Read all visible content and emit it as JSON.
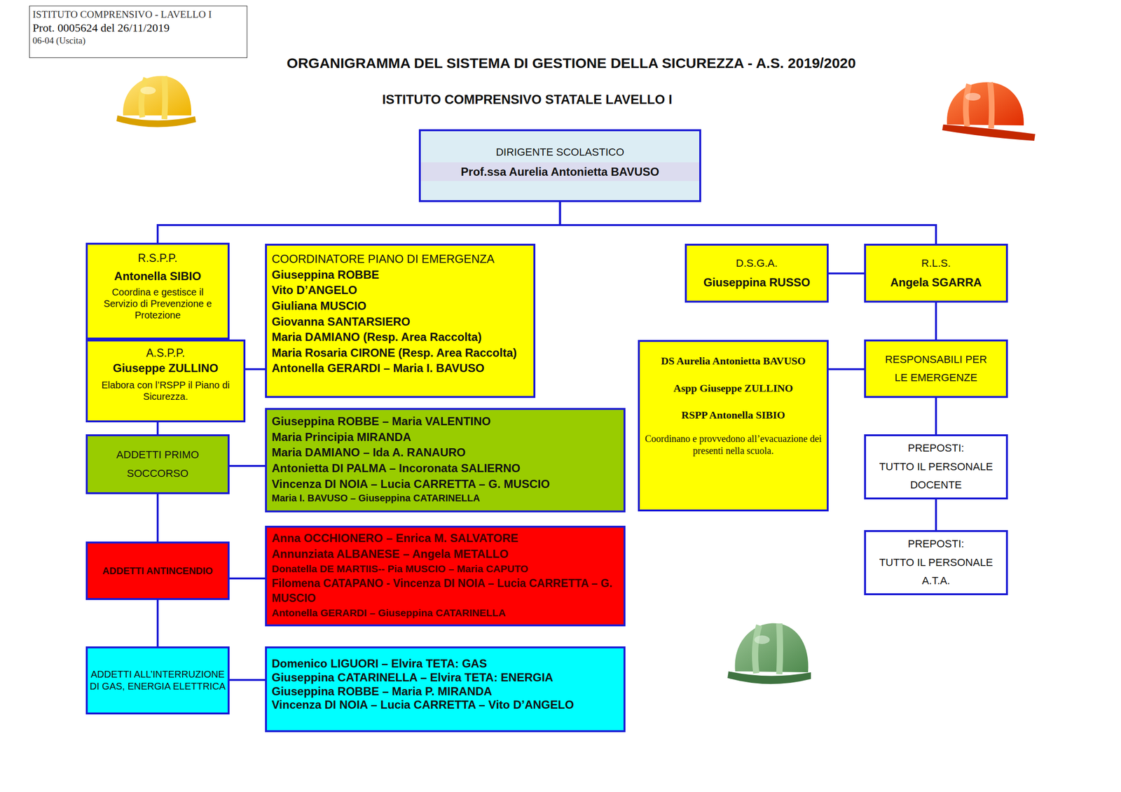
{
  "diagram": {
    "title": "ORGANIGRAMMA DEL SISTEMA DI GESTIONE DELLA SICUREZZA - A.S. 2019/2020",
    "nodes": [
      {
        "text": [
          "ISTITUTO COMPRENSIVO - LAVELLO I",
          "Prot. 0005624 del 26/11/2019",
          "06-04 (Uscita)"
        ]
      },
      {
        "text": [
          "DIRIGENTE SCOLASTICO",
          "Prof.ssa Aurelia Antonietta BAVUSO"
        ]
      },
      {
        "text": [
          "R.S.P.P.",
          "Antonella SIBIO",
          "Coordina e gestisce il Servizio di Prevenzione e Protezione"
        ]
      },
      {
        "text": [
          "COORDINATORE PIANO DI EMERGENZA",
          "Giuseppina ROBBE",
          "Vito D’ANGELO",
          "Giuliana MUSCIO",
          "Giovanna SANTARSIERO",
          "Maria DAMIANO (Resp. Area Raccolta)",
          "Maria Rosaria CIRONE (Resp. Area Raccolta)",
          "Antonella GERARDI – Maria I. BAVUSO"
        ]
      },
      {
        "text": [
          "D.S.G.A.",
          "Giuseppina RUSSO"
        ]
      },
      {
        "text": [
          "R.L.S.",
          "Angela SGARRA"
        ]
      },
      {
        "text": [
          "A.S.P.P.",
          "Giuseppe ZULLINO",
          "Elabora con l’RSPP il Piano di Sicurezza."
        ]
      },
      {
        "text": [
          "DS Aurelia Antonietta BAVUSO",
          "Aspp Giuseppe ZULLINO",
          "RSPP Antonella SIBIO",
          "Coordinano e provvedono all’evacuazione dei presenti nella scuola."
        ]
      },
      {
        "text": [
          "RESPONSABILI PER LE EMERGENZE"
        ]
      },
      {
        "text": [
          "Giuseppina ROBBE – Maria VALENTINO",
          "Maria Principia MIRANDA",
          "Maria DAMIANO – Ida A. RANAURO",
          "Antonietta DI PALMA – Incoronata SALIERNO",
          "Vincenza DI NOIA – Lucia CARRETTA – G. MUSCIO",
          "Maria I. BAVUSO – Giuseppina CATARINELLA"
        ]
      },
      {
        "text": [
          "ADDETTI PRIMO SOCCORSO"
        ]
      },
      {
        "text": [
          "PREPOSTI:",
          "TUTTO IL PERSONALE DOCENTE"
        ]
      },
      {
        "text": [
          "PREPOSTI:",
          "TUTTO IL PERSONALE A.T.A."
        ]
      },
      {
        "text": [
          "ADDETTI ANTINCENDIO"
        ]
      },
      {
        "text": [
          "Anna OCCHIONERO – Enrica M. SALVATORE",
          "Annunziata ALBANESE – Angela METALLO",
          "Donatella DE MARTIIS-- Pia MUSCIO – Maria CAPUTO",
          "Filomena CATAPANO - Vincenza DI NOIA – Lucia CARRETTA – G. MUSCIO",
          "Antonella GERARDI – Giuseppina CATARINELLA"
        ]
      },
      {
        "text": [
          "ADDETTI ALL’INTERRUZIONE DI GAS, ENERGIA ELETTRICA"
        ]
      },
      {
        "text": [
          "Domenico LIGUORI – Elvira TETA: GAS",
          "Giuseppina CATARINELLA – Elvira TETA: ENERGIA",
          "Giuseppina ROBBE – Maria P. MIRANDA",
          "Vincenza DI NOIA – Lucia CARRETTA – Vito D’ANGELO"
        ]
      }
    ],
    "edges": [
      {
        "from": 1,
        "to": 2,
        "arrow": "none"
      },
      {
        "from": 1,
        "to": 5,
        "arrow": "none"
      },
      {
        "from": 6,
        "to": 3,
        "arrow": "none"
      },
      {
        "from": 6,
        "to": 10,
        "arrow": "none"
      },
      {
        "from": 10,
        "to": 9,
        "arrow": "none"
      },
      {
        "from": 10,
        "to": 13,
        "arrow": "none"
      },
      {
        "from": 13,
        "to": 14,
        "arrow": "none"
      },
      {
        "from": 13,
        "to": 15,
        "arrow": "none"
      },
      {
        "from": 15,
        "to": 16,
        "arrow": "none"
      },
      {
        "from": 4,
        "to": 5,
        "arrow": "none"
      },
      {
        "from": 5,
        "to": 8,
        "arrow": "none"
      },
      {
        "from": 8,
        "to": 7,
        "arrow": "none"
      },
      {
        "from": 8,
        "to": 11,
        "arrow": "none"
      },
      {
        "from": 11,
        "to": 12,
        "arrow": "none"
      }
    ],
    "labels": [
      "ISTITUTO COMPRENSIVO STATALE LAVELLO I"
    ]
  }
}
